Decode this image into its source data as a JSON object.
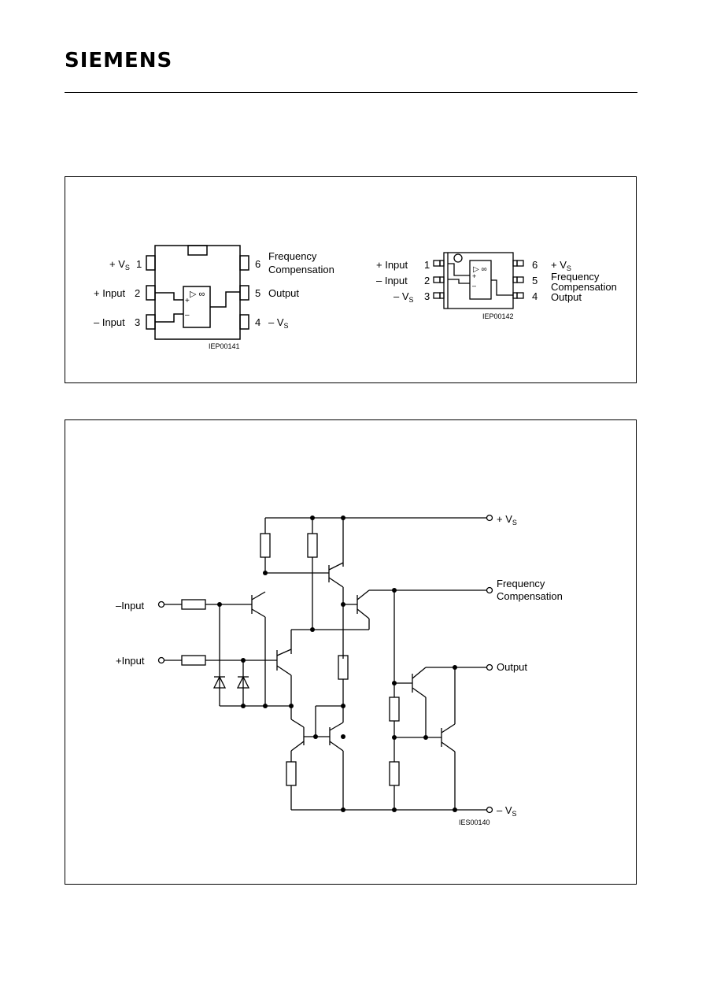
{
  "brand": {
    "name": "SIEMENS"
  },
  "pin_config_dip": {
    "left_pins": [
      {
        "label": "+ V",
        "sub": "S",
        "number": "1"
      },
      {
        "label": "+ Input",
        "sub": "",
        "number": "2"
      },
      {
        "label": "– Input",
        "sub": "",
        "number": "3"
      }
    ],
    "right_pins": [
      {
        "number": "6",
        "label": "Frequency",
        "label2": "Compensation"
      },
      {
        "number": "5",
        "label": "Output",
        "label2": ""
      },
      {
        "number": "4",
        "label": "– V",
        "label2": "",
        "sub": "S"
      }
    ],
    "opamp_symbol": "▷ ∞",
    "plus": "+",
    "minus": "–",
    "code": "IEP00141"
  },
  "pin_config_smd": {
    "left_pins": [
      {
        "label": "+ Input",
        "number": "1"
      },
      {
        "label": "– Input",
        "number": "2"
      },
      {
        "label": "– V",
        "sub": "S",
        "number": "3"
      }
    ],
    "right_pins": [
      {
        "number": "6",
        "label": "+ V",
        "sub": "S"
      },
      {
        "number": "5",
        "label": "Frequency",
        "label2": "Compensation"
      },
      {
        "number": "4",
        "label": "Output"
      }
    ],
    "opamp_symbol": "▷ ∞",
    "plus": "+",
    "minus": "–",
    "code": "IEP00142"
  },
  "schematic": {
    "minus_input": "–Input",
    "plus_input": "+Input",
    "vs_plus": "+ V",
    "vs_minus": "– V",
    "vs_sub": "S",
    "freq_comp_1": "Frequency",
    "freq_comp_2": "Compensation",
    "output": "Output",
    "code": "IES00140"
  }
}
